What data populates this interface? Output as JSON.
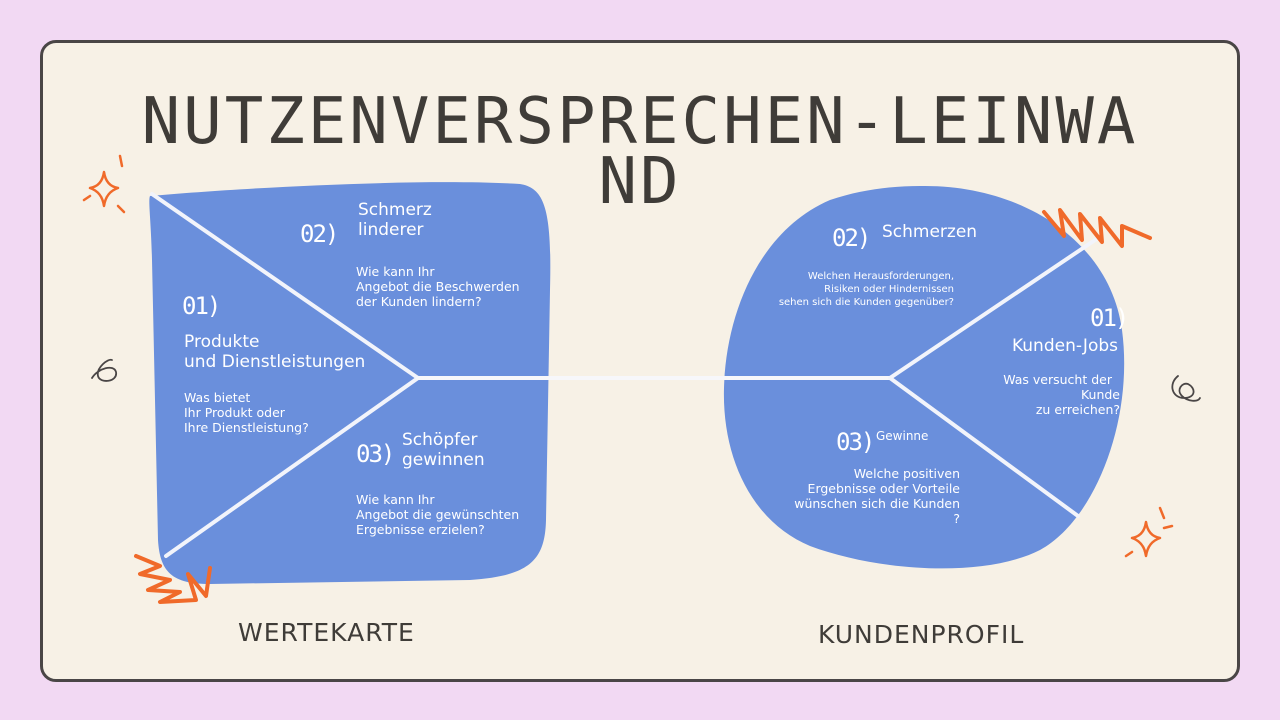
{
  "title": "NUTZENVERSPRECHEN-LEINWAND",
  "title_wrap": [
    "NUTZENVERSPRECHEN-LEINWA",
    "ND"
  ],
  "value_map": {
    "label": "WERTEKARTE",
    "products": {
      "number": "01)",
      "heading_lines": [
        "Produkte",
        "und Dienstleistungen"
      ],
      "question_lines": [
        "Was bietet",
        "Ihr Produkt oder",
        "Ihre Dienstleistung?"
      ]
    },
    "pain_relievers": {
      "number": "02)",
      "heading_lines": [
        "Schmerz",
        "linderer"
      ],
      "question_lines": [
        "Wie kann Ihr",
        "Angebot die Beschwerden",
        "der Kunden lindern?"
      ]
    },
    "gain_creators": {
      "number": "03)",
      "heading_lines": [
        "Schöpfer",
        "gewinnen"
      ],
      "question_lines": [
        "Wie kann Ihr",
        "Angebot die gewünschten",
        "Ergebnisse erzielen?"
      ]
    }
  },
  "customer_profile": {
    "label": "KUNDENPROFIL",
    "jobs": {
      "number": "01)",
      "heading": "Kunden-Jobs",
      "question_lines": [
        "Was versucht der",
        "Kunde",
        "zu erreichen?"
      ]
    },
    "pains": {
      "number": "02)",
      "heading": "Schmerzen",
      "question_lines": [
        "Welchen Herausforderungen,",
        "Risiken oder Hindernissen",
        "sehen sich die Kunden gegenüber?"
      ]
    },
    "gains": {
      "number": "03)",
      "heading": "Gewinne",
      "question_lines": [
        "Welche positiven",
        "Ergebnisse oder Vorteile",
        "wünschen sich die Kunden",
        "?"
      ]
    }
  },
  "colors": {
    "background": "#f2d9f3",
    "board": "#f7f1e6",
    "shape": "#6a8fdc",
    "accent": "#f06a2a",
    "ink": "#3f3c38"
  }
}
